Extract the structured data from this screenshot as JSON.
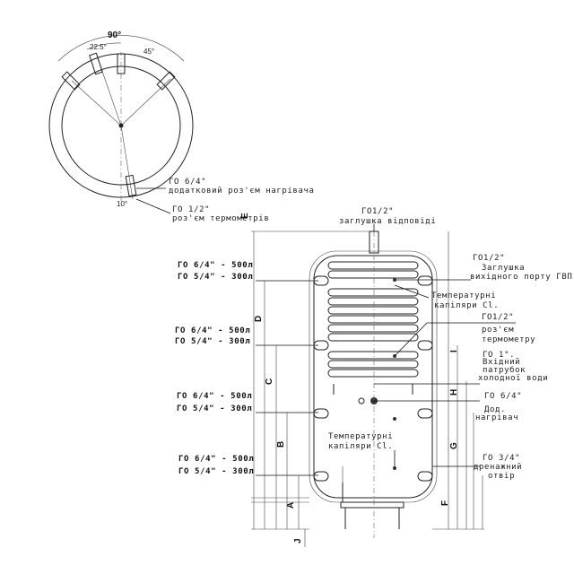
{
  "top_view": {
    "angle_total": "90°",
    "angle_a": "22.5°",
    "angle_b": "45°",
    "angle_c": "10°",
    "note1_line1": "ГО 6/4\"",
    "note1_line2": "додатковий роз'єм нагрівача",
    "note2_line1": "ГО 1/2\"",
    "note2_line2": "роз'єм термометрів"
  },
  "side_view": {
    "top_fitting_line1": "ГО1/2\"",
    "top_fitting_line2": "заглушка відповіді",
    "left_labels": [
      {
        "l1": "ГО 6/4\" - 500л",
        "l2": "ГО 5/4\" - 300л"
      },
      {
        "l1": "ГО 6/4\" - 500л",
        "l2": "ГО 5/4\" - 300л"
      },
      {
        "l1": "ГО 6/4\" - 500л",
        "l2": "ГО 5/4\" - 300л"
      },
      {
        "l1": "ГО 6/4\" - 500л",
        "l2": "ГО 5/4\" - 300л"
      }
    ],
    "right_labels": {
      "hw_outlet": [
        "ГО1/2\"",
        "Заглушка",
        "вихідного порту ГВП"
      ],
      "capillary_top": [
        "Температурні",
        "капіляри Cl."
      ],
      "thermometer": [
        "ГО1/2\"",
        "роз'єм",
        "термометру"
      ],
      "cold_inlet": [
        "ГО 1\".",
        "Вхідний",
        "патрубок",
        "холодної води"
      ],
      "aux_heater": [
        "ГО 6/4\"",
        "Дод.",
        "нагрівач"
      ],
      "capillary_bottom": [
        "Температурні",
        "капіляри Cl."
      ],
      "drain": [
        "ГО 3/4\"",
        "дренажний",
        "отвір"
      ]
    },
    "dimension_letters": {
      "A": "A",
      "B": "B",
      "C": "C",
      "D": "D",
      "E": "E",
      "F": "F",
      "G": "G",
      "H": "H",
      "I": "I",
      "J": "J"
    }
  }
}
